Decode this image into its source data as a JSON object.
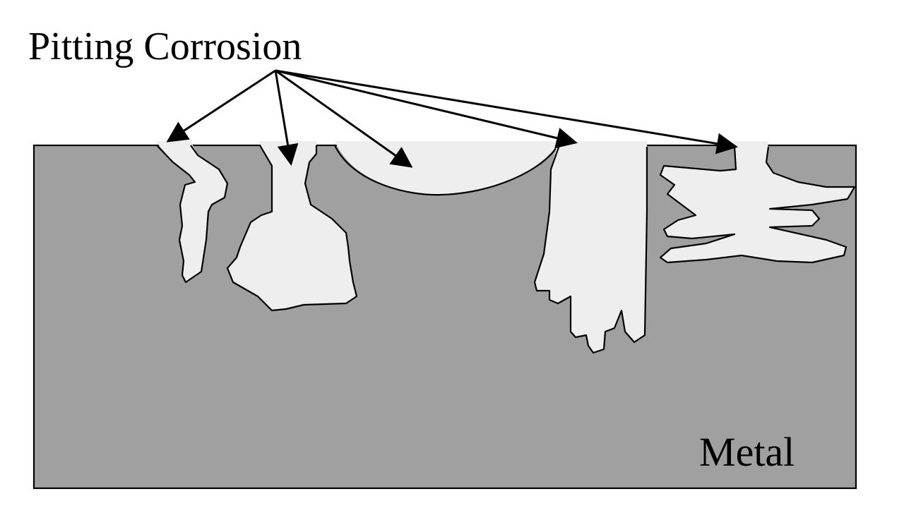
{
  "title": "Pitting Corrosion",
  "material_label": "Metal",
  "colors": {
    "metal": "#a0a0a0",
    "pit": "#eeeeee",
    "outline": "#000000",
    "background": "#ffffff"
  },
  "pits": [
    "narrow-wavy",
    "bulbous",
    "shallow-hemispherical",
    "deep-fingered",
    "horizontal-branched"
  ]
}
